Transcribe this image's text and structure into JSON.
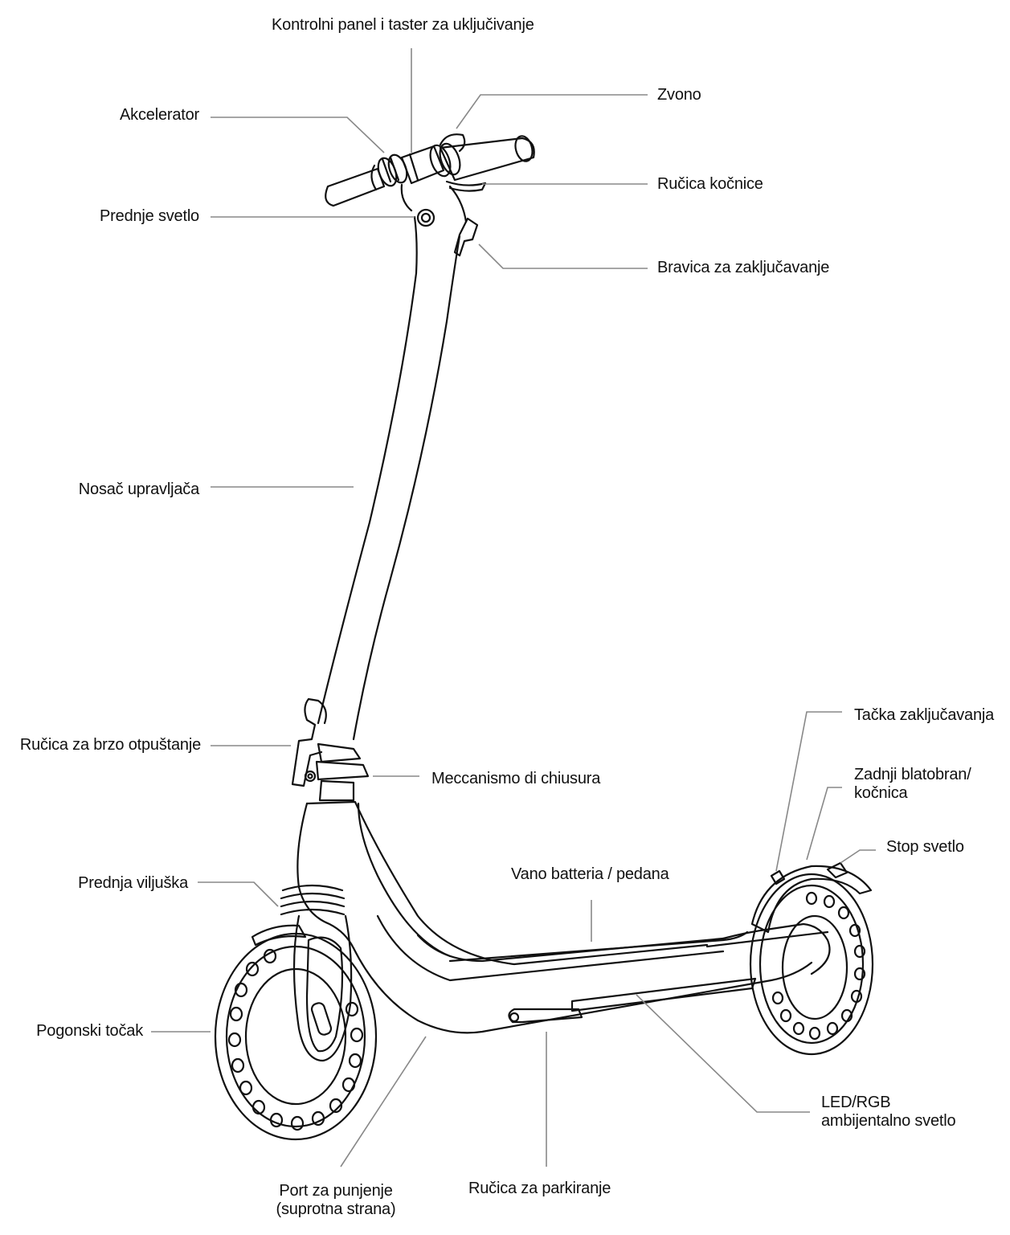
{
  "labels": {
    "kontrolni_panel": "Kontrolni panel i taster za uključivanje",
    "akcelerator": "Akcelerator",
    "zvono": "Zvono",
    "rucica_kocnice": "Ručica kočnice",
    "prednje_svetlo": "Prednje svetlo",
    "bravica": "Bravica za zaključavanje",
    "nosac_upravljaca": "Nosač upravljača",
    "rucica_brzo": "Ručica za brzo otpuštanje",
    "meccanismo": "Meccanismo di chiusura",
    "tacka_zakljucavanja": "Tačka zaključavanja",
    "zadnji_blatobran_1": "Zadnji blatobran/",
    "zadnji_blatobran_2": "kočnica",
    "stop_svetlo": "Stop svetlo",
    "prednja_viljuska": "Prednja viljuška",
    "vano_batteria": "Vano batteria / pedana",
    "pogonski_tocak": "Pogonski točak",
    "led_1": "LED/RGB",
    "led_2": "ambijentalno svetlo",
    "port_1": "Port za punjenje",
    "port_2": "(suprotna strana)",
    "rucica_parkiranje": "Ručica za parkiranje"
  },
  "colors": {
    "line": "#111111",
    "leader": "#888888",
    "background": "#ffffff"
  }
}
